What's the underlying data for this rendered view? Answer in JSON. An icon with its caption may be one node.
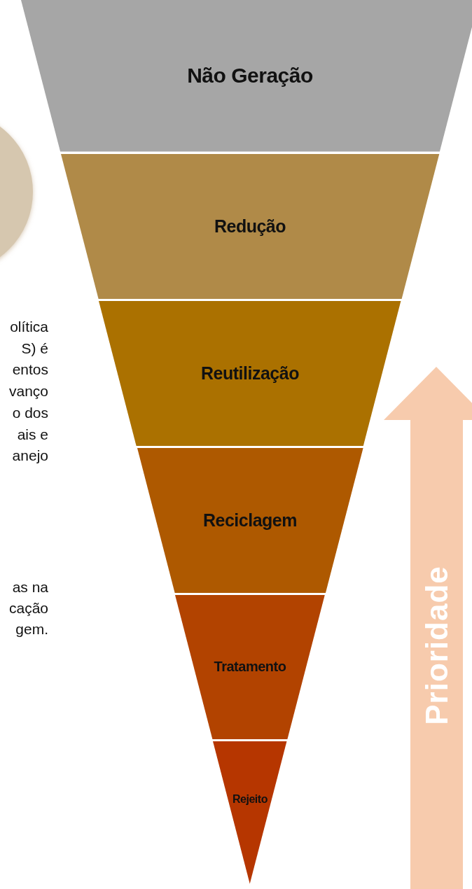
{
  "diagram": {
    "nodes": [
      {
        "text": [
          "Não Geração"
        ]
      },
      {
        "text": [
          "Redução"
        ]
      },
      {
        "text": [
          "Reutilização"
        ]
      },
      {
        "text": [
          "Reciclagem"
        ]
      },
      {
        "text": [
          "Tratamento"
        ]
      },
      {
        "text": [
          "Rejeito"
        ]
      }
    ],
    "labels": [
      "olítica",
      "S) é",
      "entos",
      "vanço",
      "o dos",
      "ais e",
      "anejo",
      "as na",
      "cação",
      "gem.",
      "Prioridade"
    ]
  }
}
